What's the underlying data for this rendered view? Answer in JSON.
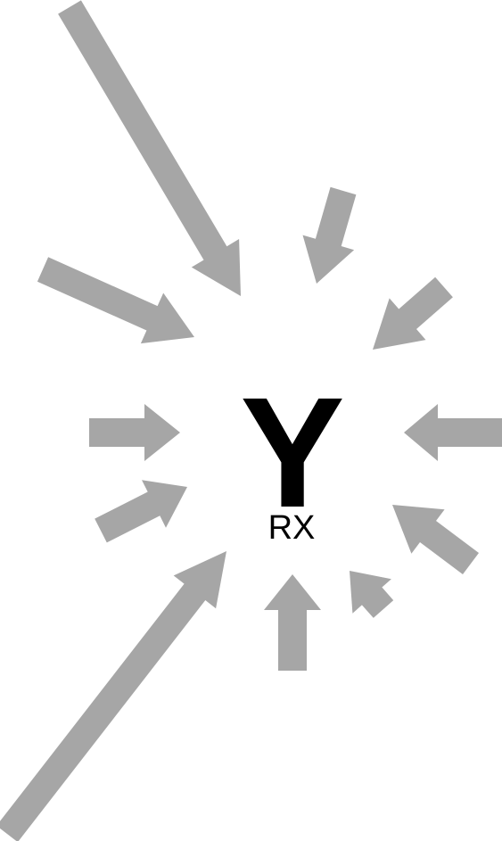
{
  "diagram": {
    "center_symbol": "Y",
    "subtitle": "RX",
    "arrow_color": "#a6a6a6",
    "text_color": "#000000",
    "arrow_count": 11
  }
}
